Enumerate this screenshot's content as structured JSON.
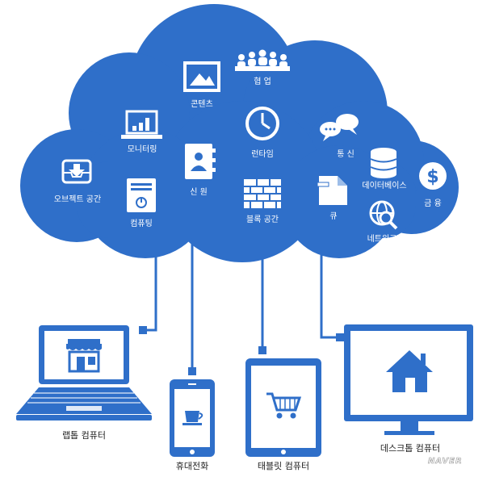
{
  "colors": {
    "primary": "#2f6fc9",
    "background": "#ffffff",
    "icon": "#ffffff",
    "label": "#222222"
  },
  "cloud_services": [
    {
      "label": "콘텐츠",
      "icon": "image-icon"
    },
    {
      "label": "협 업",
      "icon": "meeting-icon"
    },
    {
      "label": "모니터링",
      "icon": "monitor-chart-icon"
    },
    {
      "label": "런타임",
      "icon": "clock-icon"
    },
    {
      "label": "통 신",
      "icon": "chat-bubbles-icon"
    },
    {
      "label": "오브젝트 공간",
      "icon": "inbox-download-icon"
    },
    {
      "label": "신 원",
      "icon": "contact-book-icon"
    },
    {
      "label": "데이터베이스",
      "icon": "database-icon"
    },
    {
      "label": "금 융",
      "icon": "dollar-coin-icon"
    },
    {
      "label": "컴퓨팅",
      "icon": "server-icon"
    },
    {
      "label": "블록 공간",
      "icon": "brick-wall-icon"
    },
    {
      "label": "큐",
      "icon": "document-icon"
    },
    {
      "label": "네트워크",
      "icon": "globe-search-icon"
    }
  ],
  "devices": [
    {
      "label": "랩톱 컴퓨터",
      "icon": "laptop-store-icon"
    },
    {
      "label": "휴대전화",
      "icon": "phone-cup-icon"
    },
    {
      "label": "태블릿 컴퓨터",
      "icon": "tablet-cart-icon"
    },
    {
      "label": "데스크톱 컴퓨터",
      "icon": "desktop-home-icon"
    }
  ],
  "watermark": "NAVER"
}
